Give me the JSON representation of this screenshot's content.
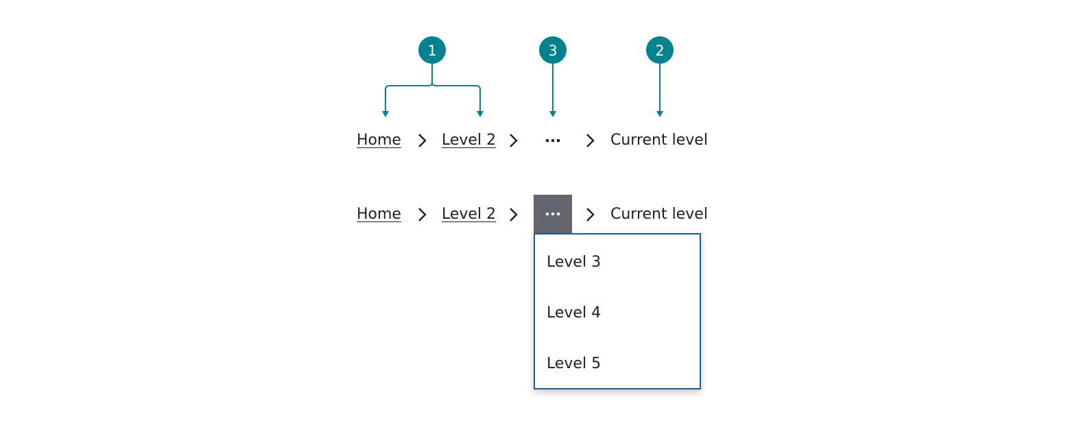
{
  "annotations": [
    {
      "number": "1",
      "target": "link-crumbs"
    },
    {
      "number": "3",
      "target": "overflow-button"
    },
    {
      "number": "2",
      "target": "current-level"
    }
  ],
  "accent_color": "#00838f",
  "breadcrumb_collapsed": {
    "home": "Home",
    "level2": "Level 2",
    "current": "Current level"
  },
  "breadcrumb_expanded": {
    "home": "Home",
    "level2": "Level 2",
    "current": "Current level",
    "overflow_menu": [
      "Level 3",
      "Level 4",
      "Level 5"
    ]
  },
  "icons": {
    "separator": "chevron-right-icon",
    "overflow": "ellipsis-icon"
  }
}
